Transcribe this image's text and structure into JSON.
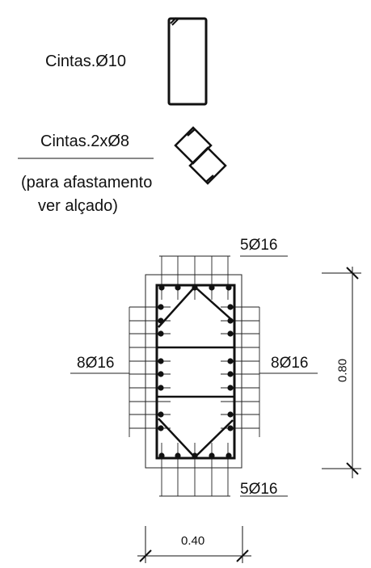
{
  "labels": {
    "stirrup_single": "Cintas.Ø10",
    "stirrup_double": "Cintas.2xØ8",
    "note_line1": "(para afastamento",
    "note_line2": "ver alçado)",
    "bars_top": "5Ø16",
    "bars_bottom": "5Ø16",
    "bars_left": "8Ø16",
    "bars_right": "8Ø16",
    "dim_height": "0.80",
    "dim_width": "0.40"
  }
}
